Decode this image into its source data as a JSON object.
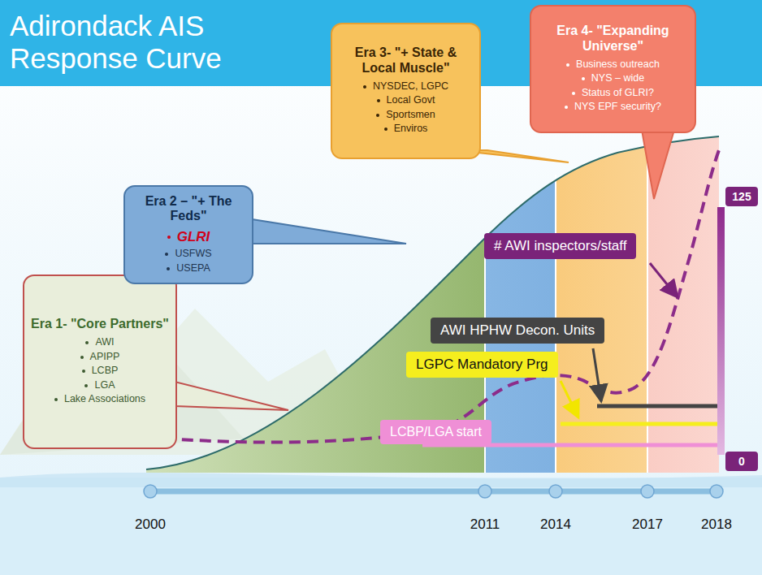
{
  "diagram": {
    "title": "Adirondack AIS Response Curve",
    "nodes": [
      {
        "text": [
          "Era 1- \"Core Partners\"",
          "AWI",
          "APIPP",
          "LCBP",
          "LGA",
          "Lake Associations"
        ]
      },
      {
        "text": [
          "Era 2 – \"+ The Feds\"",
          "GLRI",
          "USFWS",
          "USEPA"
        ]
      },
      {
        "text": [
          "Era 3- \"+ State & Local Muscle\"",
          "NYSDEC, LGPC",
          "Local Govt",
          "Sportsmen",
          "Enviros"
        ]
      },
      {
        "text": [
          "Era 4- \"Expanding Universe\"",
          "Business outreach",
          "NYS – wide",
          "Status of GLRI?",
          "NYS EPF security?"
        ]
      },
      {
        "text": [
          "125"
        ]
      },
      {
        "text": [
          "# AWI inspectors/staff"
        ]
      },
      {
        "text": [
          "AWI HPHW Decon. Units"
        ]
      },
      {
        "text": [
          "LGPC Mandatory Prg"
        ]
      },
      {
        "text": [
          "LCBP/LGA start"
        ]
      },
      {
        "text": [
          "0"
        ]
      }
    ],
    "labels": [
      "2000",
      "2011",
      "2014",
      "2017",
      "2018"
    ]
  }
}
